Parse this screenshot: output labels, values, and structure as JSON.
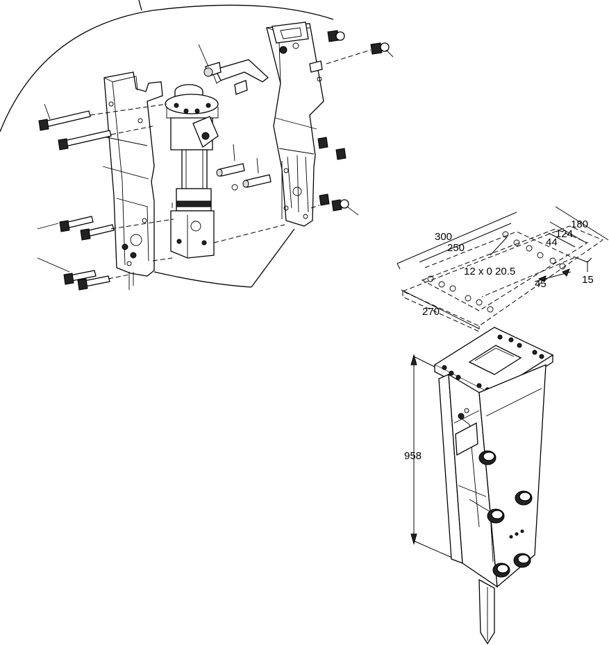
{
  "drawing": {
    "mounting_plate_dimensions": {
      "length_outer": "300",
      "length_inner": "250",
      "width_outer": "180",
      "width_inner": "124",
      "hole_pitch": "44",
      "hole_spec": "12 x 0 20.5",
      "edge_offset": "45",
      "edge_margin": "15",
      "side_length": "270"
    },
    "breaker_height": "958"
  }
}
